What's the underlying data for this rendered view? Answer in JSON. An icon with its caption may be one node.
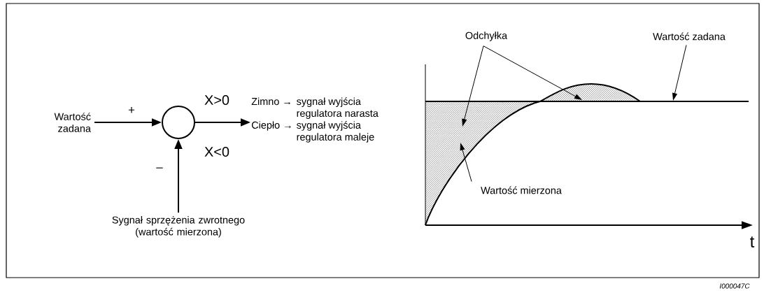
{
  "diagram": {
    "nodes": [
      {
        "text": [
          "Wartość zadana"
        ]
      },
      {
        "text": [],
        "shape": "circle"
      },
      {
        "text": [
          "Zimno →",
          "sygnał wyjścia regulatora narasta",
          "Ciepło →",
          "sygnał wyjścia regulatora maleje"
        ]
      },
      {
        "text": [
          "Sygnał sprzężenia zwrotnego (wartość mierzona)"
        ]
      },
      {
        "text": [
          "Odchyłka"
        ]
      },
      {
        "text": [
          "Wartość zadana"
        ]
      },
      {
        "text": [
          "Wartość mierzona"
        ]
      }
    ],
    "edges": [
      {
        "from": 0,
        "to": 1,
        "arrow": "to"
      },
      {
        "from": 1,
        "to": 2,
        "arrow": "to"
      },
      {
        "from": 3,
        "to": 1,
        "arrow": "to"
      },
      {
        "from": 4,
        "to": null,
        "arrow": "to"
      },
      {
        "from": 4,
        "to": null,
        "arrow": "to"
      },
      {
        "from": 5,
        "to": null,
        "arrow": "to"
      },
      {
        "from": 6,
        "to": null,
        "arrow": "to"
      }
    ],
    "labels": [
      "+",
      "X>0",
      "X<0",
      "–",
      "t",
      "I000047C"
    ]
  }
}
